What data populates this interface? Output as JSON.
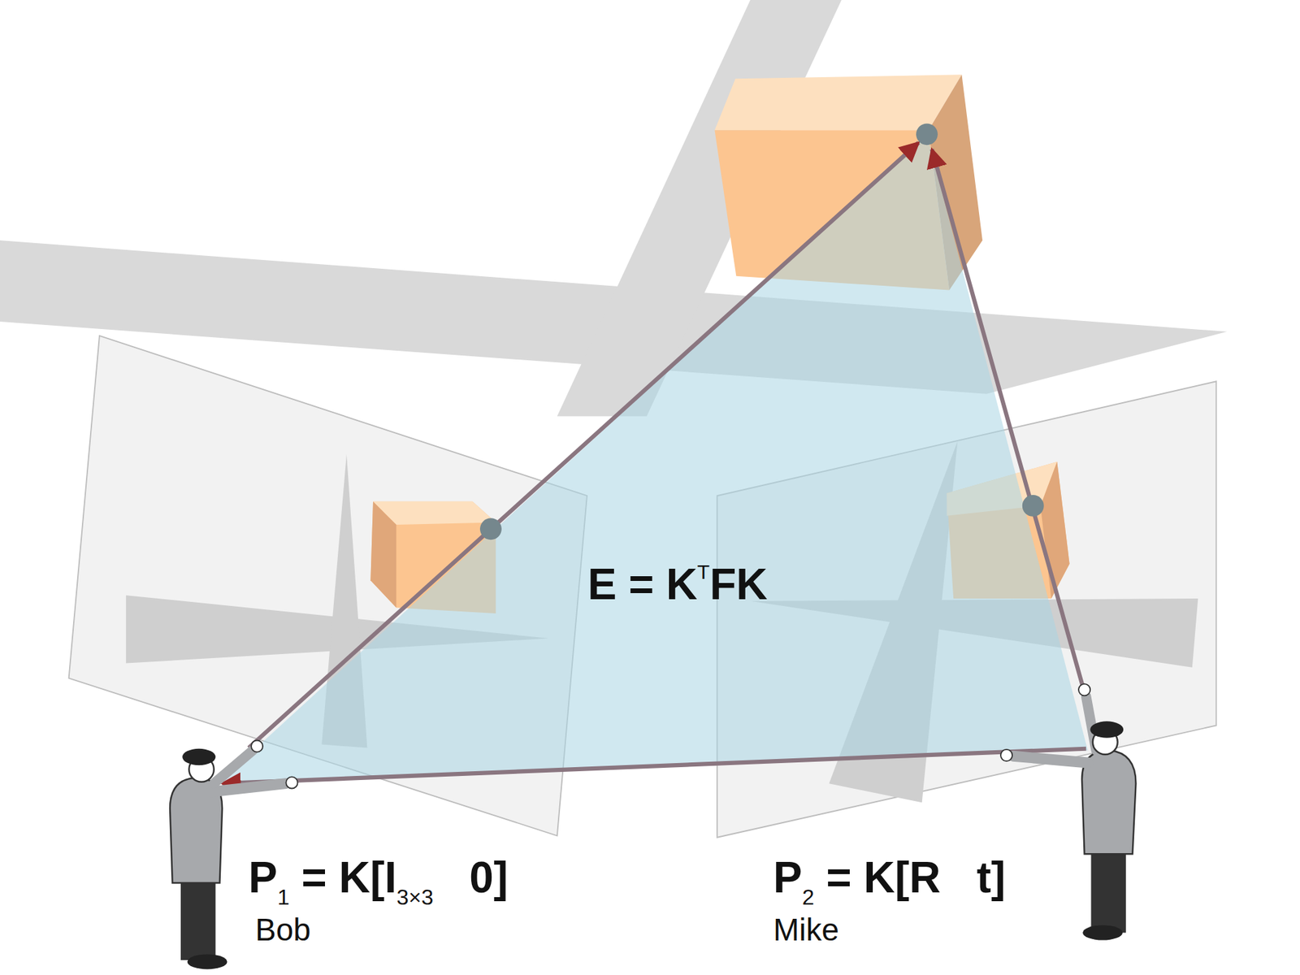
{
  "diagram": {
    "labels": [
      "E = K",
      "T",
      "FK",
      "P",
      "1",
      " = K[I",
      "3×3",
      "   0]",
      "Bob",
      "P",
      "2",
      " = K[R   t]",
      "Mike"
    ]
  }
}
